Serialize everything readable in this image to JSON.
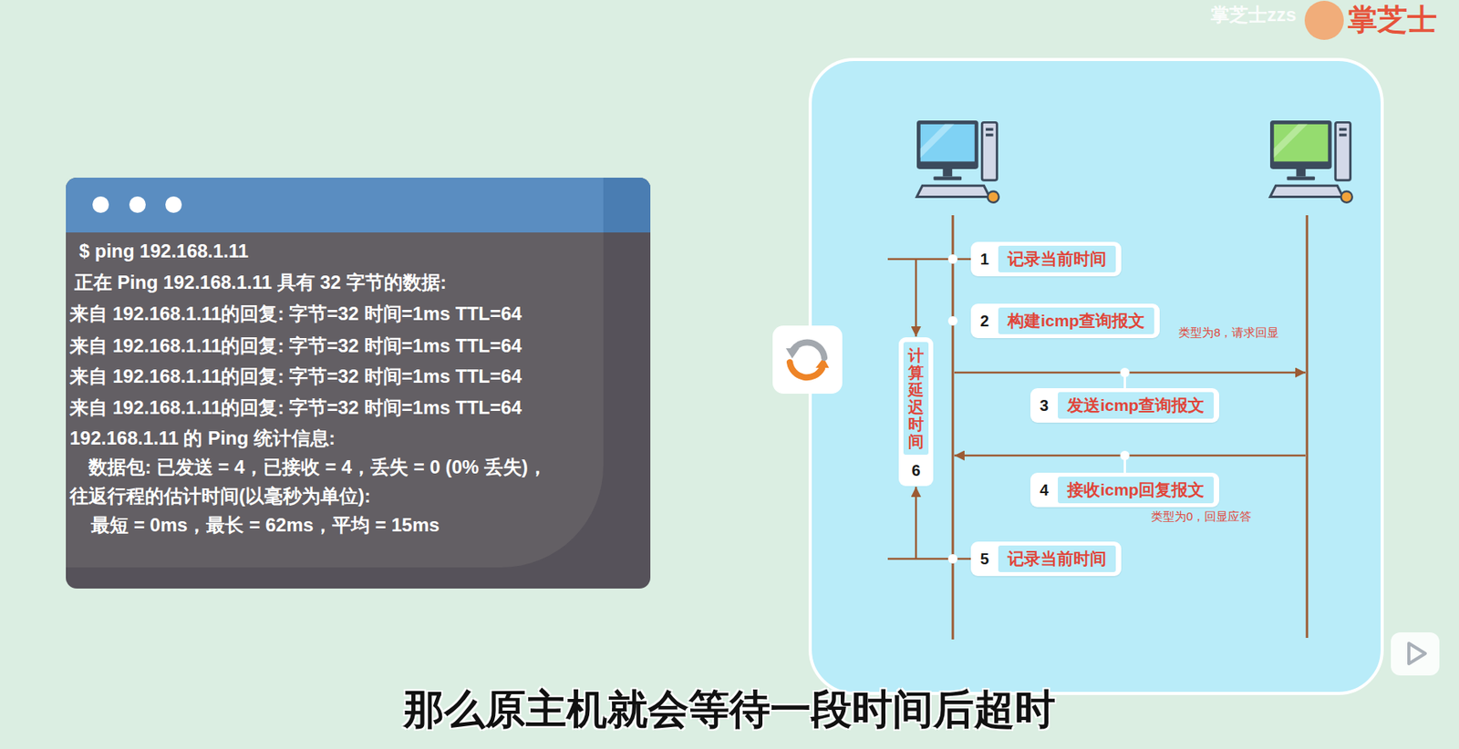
{
  "diagram": {
    "caption": "那么原主机就会等待一段时间后超时",
    "nodes": [
      {
        "text": [
          "$ ping 192.168.1.11",
          "正在 Ping 192.168.1.11 具有 32 字节的数据:",
          "来自 192.168.1.11的回复: 字节=32 时间=1ms TTL=64",
          "来自 192.168.1.11的回复: 字节=32 时间=1ms TTL=64",
          "来自 192.168.1.11的回复: 字节=32 时间=1ms TTL=64",
          "来自 192.168.1.11的回复: 字节=32 时间=1ms TTL=64",
          "192.168.1.11 的 Ping 统计信息:",
          "数据包: 已发送 = 4，已接收 = 4，丢失 = 0 (0% 丢失)，",
          "往返行程的估计时间(以毫秒为单位):",
          "最短 = 0ms，最长 = 62ms，平均 = 15ms"
        ]
      },
      {
        "text": [
          "1",
          "记录当前时间"
        ]
      },
      {
        "text": [
          "2",
          "构建icmp查询报文"
        ]
      },
      {
        "text": [
          "3",
          "发送icmp查询报文"
        ]
      },
      {
        "text": [
          "4",
          "接收icmp回复报文"
        ]
      },
      {
        "text": [
          "5",
          "记录当前时间"
        ]
      },
      {
        "text": [
          "6",
          "计算延迟时间"
        ]
      }
    ],
    "edges": [
      {
        "from": 1,
        "to": 6,
        "arrow": "to"
      },
      {
        "from": 5,
        "to": 6,
        "arrow": "to"
      }
    ],
    "labels": [
      "类型为8，请求回显",
      "类型为0，回显应答",
      "掌芝士zzs",
      "掌芝士"
    ]
  }
}
